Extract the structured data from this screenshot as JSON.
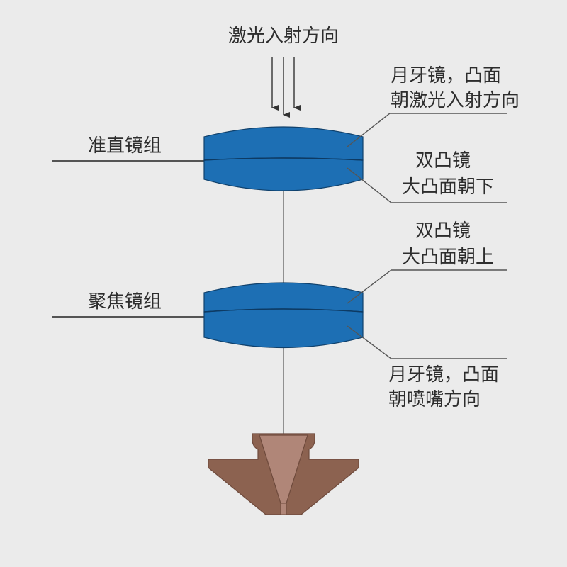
{
  "title": "激光入射方向",
  "colors": {
    "background": "#ebebeb",
    "lens_fill": "#1d6fb4",
    "lens_stroke": "#10416c",
    "nozzle_fill": "#8c6250",
    "nozzle_inner": "#b08678",
    "line": "#333333",
    "leader": "#555555"
  },
  "groups": {
    "collimating": {
      "label": "准直镜组"
    },
    "focusing": {
      "label": "聚焦镜组"
    }
  },
  "callouts": {
    "top_meniscus": {
      "line1": "月牙镜，凸面",
      "line2": "朝激光入射方向"
    },
    "biconvex_down": {
      "line1": "双凸镜",
      "line2": "大凸面朝下"
    },
    "biconvex_up": {
      "line1": "双凸镜",
      "line2": "大凸面朝上"
    },
    "bottom_meniscus": {
      "line1": "月牙镜，凸面",
      "line2": "朝喷嘴方向"
    }
  },
  "icons": {
    "laser_arrows": "arrow-down-icon",
    "nozzle": "nozzle-icon"
  }
}
